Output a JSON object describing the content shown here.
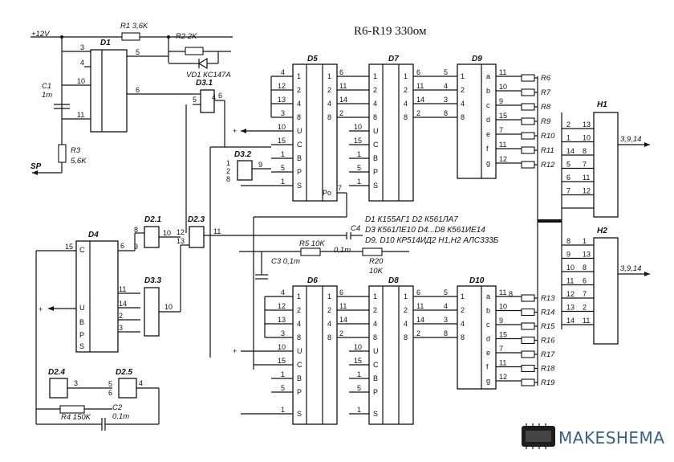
{
  "title": "R6-R19 330ом",
  "power": {
    "label": "+12V"
  },
  "outputs": {
    "sp": "SP"
  },
  "components": {
    "r1": "R1 3,6K",
    "r2": "R2 2K",
    "r3": "R3",
    "r3_value": "5,6K",
    "r4": "R4 150K",
    "r5": "R5 10K",
    "r20": "R20",
    "r20_value": "10K",
    "c1": "C1",
    "c1_value": "1m",
    "c2": "C2",
    "c2_value": "0,1m",
    "c3": "C3 0,1m",
    "c4": "C4",
    "c4_value": "0,1m",
    "vd1": "VD1 КС147А"
  },
  "chips": {
    "d1": "D1",
    "d2_1": "D2.1",
    "d2_3": "D2.3",
    "d2_4": "D2.4",
    "d2_5": "D2.5",
    "d3_1": "D3.1",
    "d3_2": "D3.2",
    "d3_3": "D3.3",
    "d4": "D4",
    "d5": "D5",
    "d6": "D6",
    "d7": "D7",
    "d8": "D8",
    "d9": "D9",
    "d10": "D10",
    "h1": "H1",
    "h2": "H2"
  },
  "notes": [
    "D1 К155АГ1  D2 К561ЛА7",
    "D3 К561ЛЕ10  D4...D8  К561ИЕ14",
    "D9, D10 КР514ИД2  H1,H2 АЛС333Б"
  ],
  "display_pins": {
    "h1_out": "3,9,14",
    "h2_out": "3,9,14"
  },
  "resistor_labels": {
    "top": [
      "R6",
      "R7",
      "R8",
      "R9",
      "R10",
      "R11",
      "R12"
    ],
    "bottom": [
      "R13",
      "R14",
      "R15",
      "R16",
      "R17",
      "R18",
      "R19"
    ]
  },
  "decoder_segments": [
    "a",
    "b",
    "c",
    "d",
    "e",
    "f",
    "g"
  ],
  "watermark": "MAKESHEMA"
}
